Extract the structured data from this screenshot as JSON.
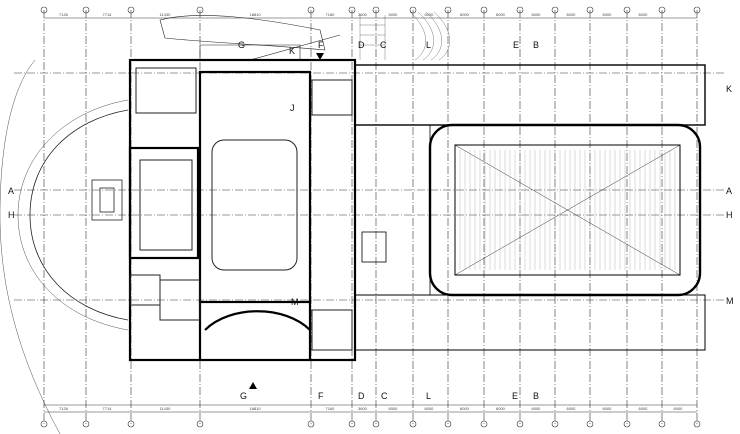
{
  "drawing": {
    "type": "architectural floor plan",
    "section_markers_top": [
      "G",
      "K",
      "F",
      "D",
      "C",
      "L",
      "E",
      "B"
    ],
    "section_markers_bottom": [
      "G",
      "F",
      "D",
      "C",
      "L",
      "E",
      "B"
    ],
    "side_markers_left": [
      "A",
      "H"
    ],
    "side_markers_right": [
      "K",
      "A",
      "H",
      "M"
    ],
    "room_letters": [
      "J",
      "M"
    ],
    "dimensions_top": [
      "7126",
      "7714",
      "11430",
      "18810",
      "7160",
      "3600",
      "6000",
      "6000",
      "6000",
      "6000",
      "6000",
      "6000",
      "6000",
      "6000"
    ],
    "dimensions_bottom": [
      "7126",
      "7714",
      "11430",
      "18810",
      "7160",
      "3600",
      "6000",
      "6000",
      "6000",
      "6000",
      "6000",
      "6000",
      "6000",
      "6000",
      "6000"
    ]
  }
}
